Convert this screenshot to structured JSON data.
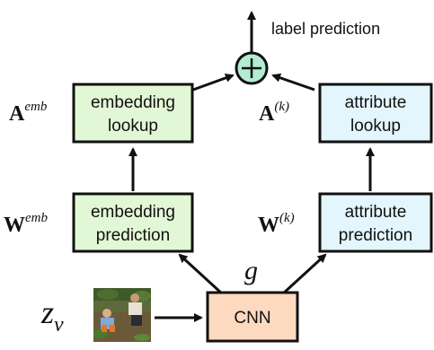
{
  "output": {
    "label": "label prediction",
    "operator": "+"
  },
  "boxes": {
    "embedding_lookup": {
      "line1": "embedding",
      "line2": "lookup"
    },
    "attribute_lookup": {
      "line1": "attribute",
      "line2": "lookup"
    },
    "embedding_prediction": {
      "line1": "embedding",
      "line2": "prediction"
    },
    "attribute_prediction": {
      "line1": "attribute",
      "line2": "prediction"
    },
    "cnn": "CNN"
  },
  "math": {
    "A_emb": {
      "base": "A",
      "sup": "emb"
    },
    "A_k": {
      "base": "A",
      "sup": "(k)"
    },
    "W_emb": {
      "base": "W",
      "sup": "emb"
    },
    "W_k": {
      "base": "W",
      "sup": "(k)"
    },
    "g": "g",
    "z_v": {
      "base": "z",
      "sub": "v"
    }
  },
  "colors": {
    "green_box": "#e2f7d6",
    "blue_box": "#e3f6fd",
    "cnn_box": "#fdd9bf",
    "plus_circle": "#b2ecd3",
    "stroke": "#111111"
  }
}
